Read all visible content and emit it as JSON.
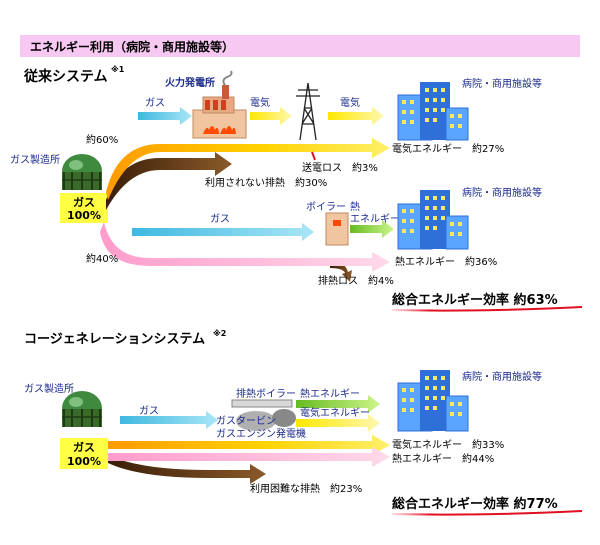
{
  "header": {
    "title": "エネルギー利用（病院・商用施設等）"
  },
  "colors": {
    "header_bg": "#f7c8f2",
    "gas_arrow": "#5bc8e8",
    "electric_arrow": "#ffe800",
    "waste_heat": "#5a3412",
    "heat_arrow": "#ffb8d8",
    "boiler_heat_arrow": "#99dd33",
    "label_blue": "#1a2a8c",
    "efficiency_underline": "#e01020",
    "gas_box": "#ffff44",
    "factory": "#f0c5a0",
    "flame": "#ff4a00",
    "building_light": "#5aa6ff",
    "building_dark": "#2f6fd8",
    "tank": "#3f8a3f"
  },
  "conventional": {
    "title": "従来システム",
    "note_mark": "※1",
    "gas_plant_label": "ガス製造所",
    "gas_box_line1": "ガス",
    "gas_box_line2": "100%",
    "share_upper": "約60%",
    "share_lower": "約40%",
    "power_plant_label": "火力発電所",
    "gas_label": "ガス",
    "electricity_label_1": "電気",
    "electricity_label_2": "電気",
    "facility_label_1": "病院・商用施設等",
    "transmission_loss": "送電ロス　約3%",
    "electric_energy": "電気エネルギー　約27%",
    "unused_waste_heat": "利用されない排熱　約30%",
    "gas_label_2": "ガス",
    "boiler_label": "ボイラー",
    "heat_label": "熱",
    "energy_label": "エネルギー",
    "facility_label_2": "病院・商用施設等",
    "heat_energy": "熱エネルギー　約36%",
    "exhaust_loss": "排熱ロス　約4%",
    "efficiency": "総合エネルギー効率 約63%"
  },
  "cogeneration": {
    "title": "コージェネレーションシステム",
    "note_mark": "※2",
    "gas_plant_label": "ガス製造所",
    "gas_box_line1": "ガス",
    "gas_box_line2": "100%",
    "gas_label": "ガス",
    "exhaust_boiler_label": "排熱ボイラー",
    "heat_energy_label": "熱エネルギー",
    "gas_turbine_label": "ガスタービン",
    "gas_engine_label": "ガスエンジン",
    "generator_label": "発電機",
    "electric_energy_label": "電気エネルギー",
    "facility_label": "病院・商用施設等",
    "electric_energy": "電気エネルギー　約33%",
    "heat_energy": "熱エネルギー　約44%",
    "waste_heat": "利用困難な排熱　約23%",
    "efficiency": "総合エネルギー効率 約77%"
  }
}
